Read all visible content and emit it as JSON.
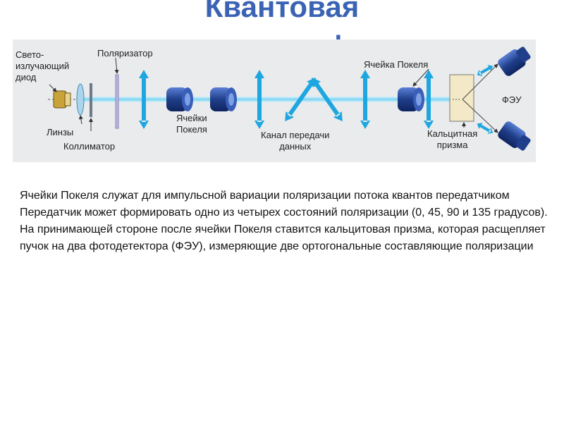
{
  "slide": {
    "title_line1": "Квантовая",
    "title_line2": "криптография"
  },
  "diagram": {
    "labels": {
      "led": "Свето-\nизлучающий\nдиод",
      "polarizer": "Поляризатор",
      "lenses": "Линзы",
      "collimator": "Коллиматор",
      "pockels_cells": "Ячейки\nПокеля",
      "channel": "Канал передачи\nданных",
      "pockels_cell": "Ячейка Покеля",
      "calcite_prism": "Кальцитная\nпризма",
      "pmt": "ФЭУ"
    },
    "colors": {
      "beam": "#7fd3f0",
      "arrow": "#1ea6e0",
      "cell": "#1f3f8a",
      "prism": "#f3e9c6",
      "box_bg": "#e9ebec"
    }
  },
  "text": {
    "paragraphs": [
      "Ячейки Покеля служат для импульсной вариации поляризации потока квантов передатчиком",
      "Передатчик может формировать одно из четырех состояний поляризации (0, 45, 90 и 135 градусов).",
      "На принимающей стороне после ячейки Покеля ставится кальцитовая призма, которая расщепляет пучок на два фотодетектора (ФЭУ), измеряющие две ортогональные составляющие поляризации"
    ]
  }
}
